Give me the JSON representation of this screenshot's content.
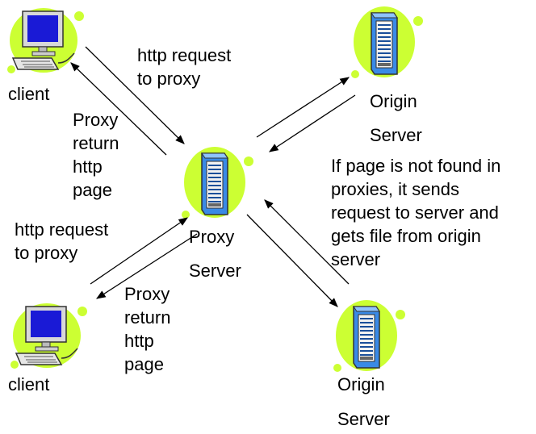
{
  "nodes": {
    "client_top": {
      "label": "client",
      "icon": "computer-icon"
    },
    "client_bottom": {
      "label": "client",
      "icon": "computer-icon"
    },
    "proxy_server": {
      "label1": "Proxy",
      "label2": "Server",
      "icon": "server-icon"
    },
    "origin_top": {
      "label1": "Origin",
      "label2": "Server",
      "icon": "server-icon"
    },
    "origin_bottom": {
      "label1": "Origin",
      "label2": "Server",
      "icon": "server-icon"
    }
  },
  "edges": {
    "top_request": "http request\nto proxy",
    "top_return": "Proxy\nreturn\nhttp\npage",
    "bottom_request": "http request\nto proxy",
    "bottom_return": "Proxy\nreturn\nhttp\npage",
    "origin_note": "If page is not found in\nproxies, it sends\nrequest to server and\ngets file from origin\nserver"
  },
  "colors": {
    "blob": "#ccff33",
    "monitor": "#1a1ad6",
    "server_blue": "#3a8ae6",
    "arrow": "#000000"
  }
}
